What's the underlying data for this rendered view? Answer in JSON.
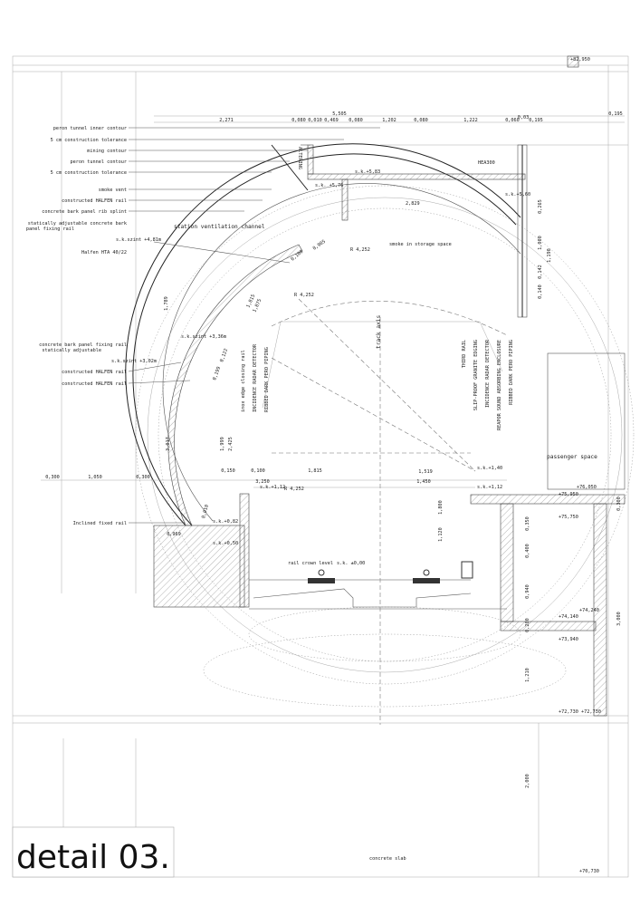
{
  "title": "detail 03.",
  "left_labels": [
    "peron tunnel inner contour",
    "5 cm construction tolerance",
    "mining contour",
    "peron tunnel contour",
    "5 cm construction tolerance",
    "smoke vent",
    "constructed HALFEN rail",
    "concrete bark panel rib splint",
    "statically adjustable concrete bark",
    "panel fixing rail",
    "Halfen HTA 40/22",
    "concrete bark panel fixing rail",
    "statically adjustable",
    "constructed HALFEN rail",
    "constructed HALFEN rail",
    "Inclined fixed rail"
  ],
  "levels": {
    "sk_481": "s.k.szint +4,81m",
    "sk_336": "s.k.szint +3,36m",
    "sk_302": "s.k.szint +3,02m",
    "sk_583": "s.k.+5,83",
    "sk_576": "s.k. +5,76",
    "sk_560": "s.k.+5,60",
    "sk_140": "s.k.+1,40",
    "sk_112a": "s.k.+1,12",
    "sk_112b": "s.k.+1,12",
    "sk_082": "s.k.+0,82",
    "sk_050": "s.k.+0,50",
    "sk_000": "s.k. ±0,00"
  },
  "elevations": [
    "+82,950",
    "+76,050",
    "+75,950",
    "+75,750",
    "+74,240",
    "+74,140",
    "+73,940",
    "+72,730",
    "+72,730",
    "+70,730"
  ],
  "top_dims": {
    "total": "5,505",
    "right_total": "0,195",
    "row": [
      "2,271",
      "0,080",
      "0,010",
      "0,469",
      "0,080",
      "1,202",
      "0,080",
      "1,222",
      "0,060",
      "0,03",
      "0,195"
    ]
  },
  "mid_dims": {
    "row1": [
      "0,300",
      "1,050",
      "0,300",
      "0,150",
      "0,100",
      "1,815",
      "1,519"
    ],
    "row2": [
      "3,250",
      "1,450"
    ],
    "other": [
      "0,969",
      "0,010"
    ]
  },
  "vertical_dims": [
    "1,789",
    "3,017",
    "1,999",
    "2,425",
    "1,800",
    "1,120",
    "0,350",
    "0,400",
    "0,940",
    "0,200",
    "1,210",
    "3,000",
    "0,300",
    "2,000",
    "0,265",
    "1,000",
    "1,190",
    "0,142",
    "0,140"
  ],
  "arc_dims": [
    "2,829",
    "R 4,252",
    "R 4,252",
    "R 4,252",
    "0,100",
    "0,905",
    "1,875",
    "1,815",
    "0,199",
    "0,122"
  ],
  "annotations": {
    "ventilation": "station ventilation channel",
    "smoke": "smoke in storage space",
    "track_axis": "track axis",
    "passenger": "passenger space",
    "hea": "HEA300",
    "altering": "ALTERING",
    "rail_crown": "rail crown level",
    "slab": "concrete slab"
  },
  "vertical_labels_left": [
    "inox edge closing rail",
    "INCIDENCE RADAR DETECTOR",
    "RIBBED DARK PERO PIPING"
  ],
  "vertical_labels_right": [
    "THIRD RAIL",
    "SLIP-PROOF GRANITE EDGING",
    "INCIDENCE RADAR DETECTOR",
    "REAPOR SOUND ABSORBING ENCLOSURE",
    "RIBBED DARK PERO PIPING"
  ]
}
